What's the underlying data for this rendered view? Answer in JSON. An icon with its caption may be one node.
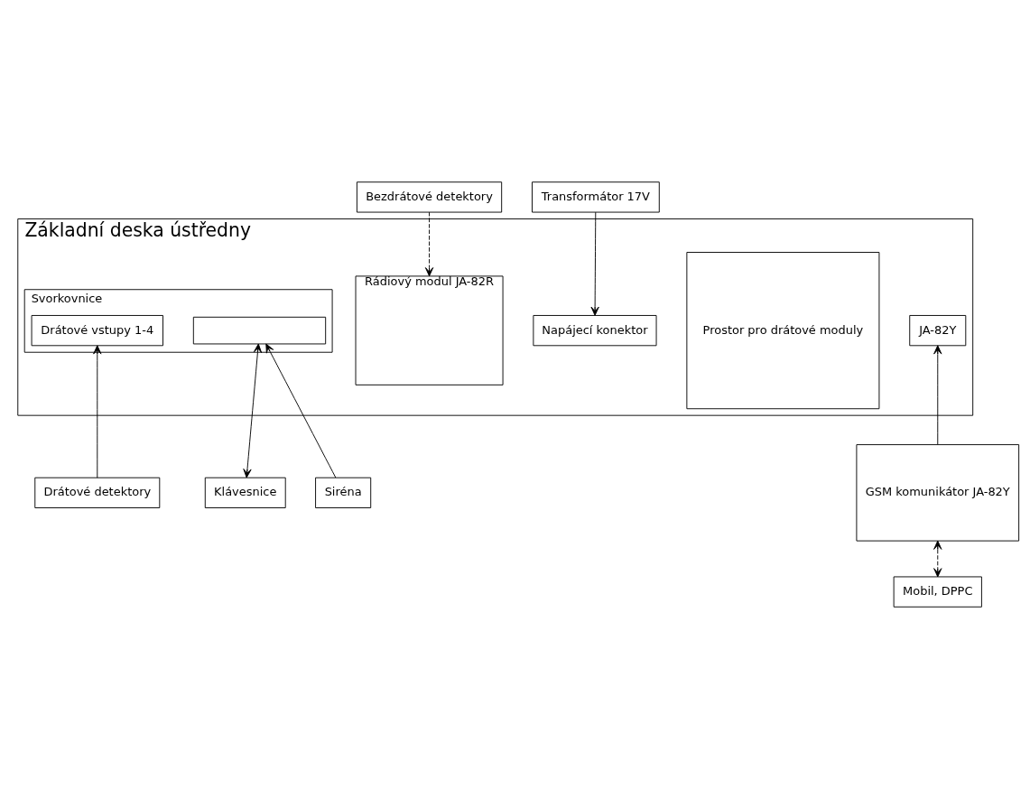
{
  "diagram": {
    "nodes": [
      {
        "text": [
          "Základní deska ústředny"
        ]
      },
      {
        "text": [
          "Prostor pro drátové moduly"
        ],
        "in": 0
      },
      {
        "text": [
          "Rádiový modul JA-82R"
        ],
        "in": 0
      },
      {
        "text": [
          "Napájecí konektor"
        ],
        "in": 0
      },
      {
        "text": [
          "Svorkovnice"
        ],
        "in": 0
      },
      {
        "text": [
          "Drátové vstupy 1-4"
        ],
        "in": 4
      },
      {
        "text": [],
        "shape": "box",
        "in": 4
      },
      {
        "text": [
          "JA-82Y"
        ],
        "in": 0
      },
      {
        "text": [
          "Bezdrátové detektory"
        ]
      },
      {
        "text": [
          "Transformátor 17V"
        ]
      },
      {
        "text": [
          "Drátové detektory"
        ]
      },
      {
        "text": [
          "Klávesnice"
        ]
      },
      {
        "text": [
          "Siréna"
        ]
      },
      {
        "text": [
          "GSM komunikátor JA-82Y"
        ]
      },
      {
        "text": [
          "Mobil, DPPC"
        ]
      }
    ],
    "edges": [
      {
        "from": 8,
        "to": 2,
        "arrow": "to",
        "style": "dashed"
      },
      {
        "from": 9,
        "to": 3,
        "arrow": "to"
      },
      {
        "from": 10,
        "to": 5,
        "arrow": "to"
      },
      {
        "from": 6,
        "to": 11,
        "arrow": "both"
      },
      {
        "from": 12,
        "to": 6,
        "arrow": "to"
      },
      {
        "from": 13,
        "to": 7,
        "arrow": "to"
      },
      {
        "from": 13,
        "to": 14,
        "arrow": "both",
        "style": "dashed"
      }
    ]
  }
}
